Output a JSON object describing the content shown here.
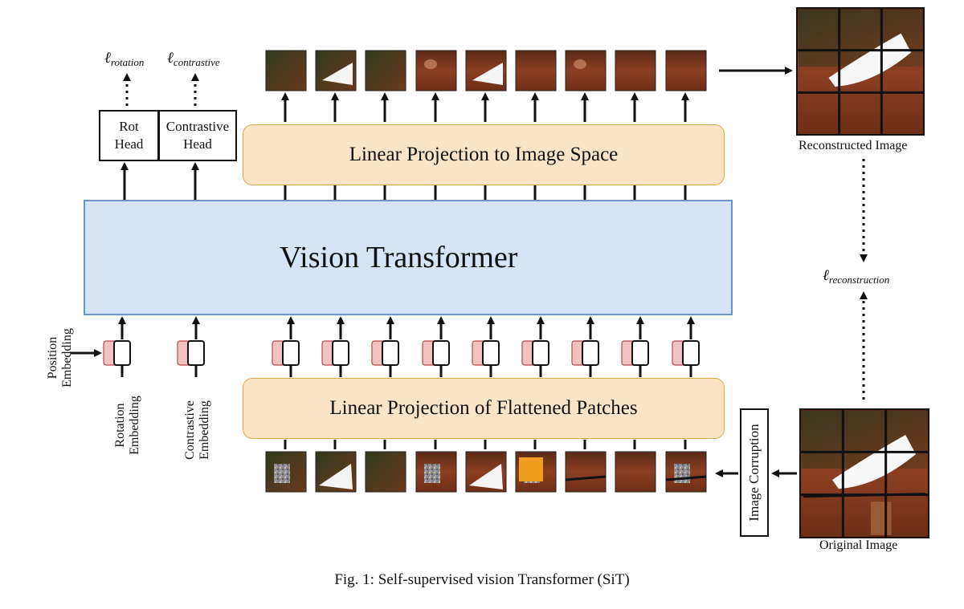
{
  "diagram": {
    "vision_transformer": "Vision Transformer",
    "linear_projection_image_space": "Linear Projection to Image Space",
    "linear_projection_flattened": "Linear Projection of Flattened Patches",
    "rot_head": {
      "line1": "Rot",
      "line2": "Head"
    },
    "contrastive_head": {
      "line1": "Contrastive",
      "line2": "Head"
    },
    "loss_rotation": {
      "symbol": "ℓ",
      "subscript": "rotation"
    },
    "loss_contrastive": {
      "symbol": "ℓ",
      "subscript": "contrastive"
    },
    "loss_reconstruction": {
      "symbol": "ℓ",
      "subscript": "reconstruction"
    },
    "position_embedding": {
      "line1": "Position",
      "line2": "Embedding"
    },
    "rotation_embedding": {
      "line1": "Rotation",
      "line2": "Embedding"
    },
    "contrastive_embedding": {
      "line1": "Contrastive",
      "line2": "Embedding"
    },
    "image_corruption": "Image Corruption",
    "reconstructed_image": "Reconstructed Image",
    "original_image": "Original Image"
  },
  "caption": "Fig. 1: Self-supervised vision Transformer (SiT)",
  "colors": {
    "projection_fill": "#fbe3c6",
    "projection_border": "#e0a64c",
    "transformer_fill": "#d6e4f8",
    "transformer_border": "#6d93c4",
    "embedding_pink": "#f2c1c1",
    "embedding_border": "#b24a4a",
    "photo_background": "#6b2a14",
    "photo_highlight": "#c98a6a"
  }
}
